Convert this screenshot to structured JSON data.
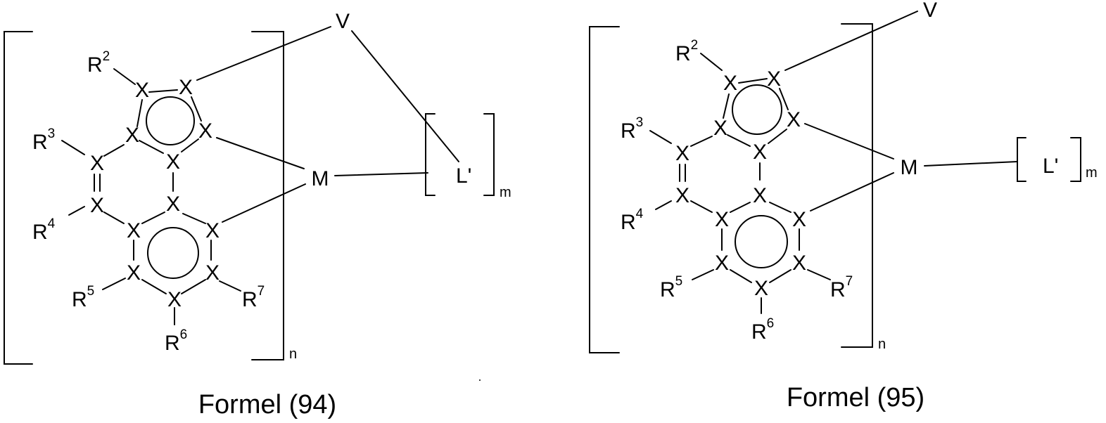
{
  "atom_symbol": "X",
  "metal_symbol": "M",
  "bridge_symbol": "V",
  "ligand_symbol": "L'",
  "ligand_count": "m",
  "repeat_count": "n",
  "substituent_symbol": "R",
  "formulas": [
    {
      "caption": "Formel (94)",
      "substituent_numbers": [
        "2",
        "3",
        "4",
        "5",
        "6",
        "7"
      ]
    },
    {
      "caption": "Formel (95)",
      "substituent_numbers": [
        "2",
        "3",
        "4",
        "5",
        "6",
        "7"
      ]
    }
  ],
  "colors": {
    "ink": "#000000",
    "background": "#ffffff"
  }
}
